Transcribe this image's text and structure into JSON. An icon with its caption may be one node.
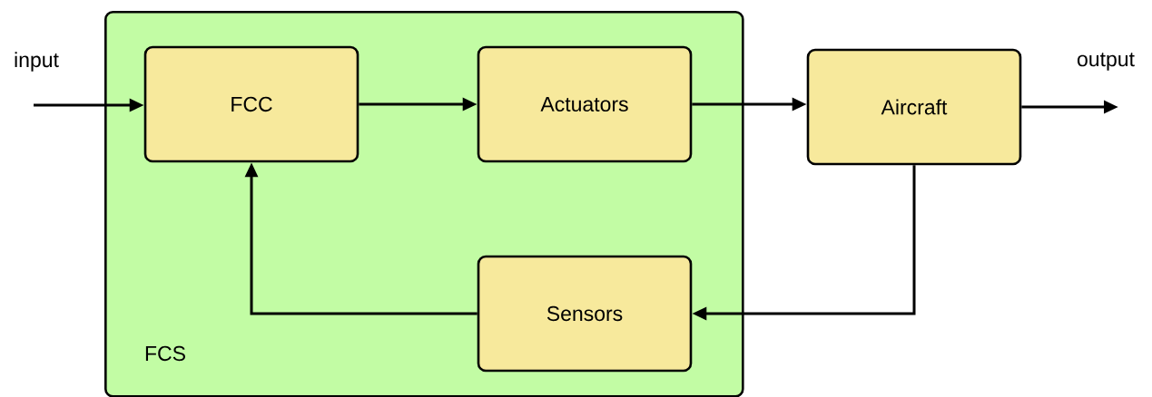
{
  "diagram": {
    "nodes": [
      {
        "text": [
          "FCS"
        ]
      },
      {
        "text": [
          "FCC"
        ],
        "in": 0
      },
      {
        "text": [
          "Actuators"
        ],
        "in": 0
      },
      {
        "text": [
          "Aircraft"
        ]
      },
      {
        "text": [
          "Sensors"
        ],
        "in": 0
      }
    ],
    "edges": [
      {
        "from": null,
        "to": 1,
        "arrow": "to"
      },
      {
        "from": 1,
        "to": 2,
        "arrow": "to"
      },
      {
        "from": 2,
        "to": 3,
        "arrow": "to"
      },
      {
        "from": 3,
        "to": null,
        "arrow": "to"
      },
      {
        "from": 3,
        "to": 4,
        "arrow": "to"
      },
      {
        "from": 4,
        "to": 1,
        "arrow": "to"
      }
    ],
    "labels": [
      "input",
      "output"
    ]
  }
}
